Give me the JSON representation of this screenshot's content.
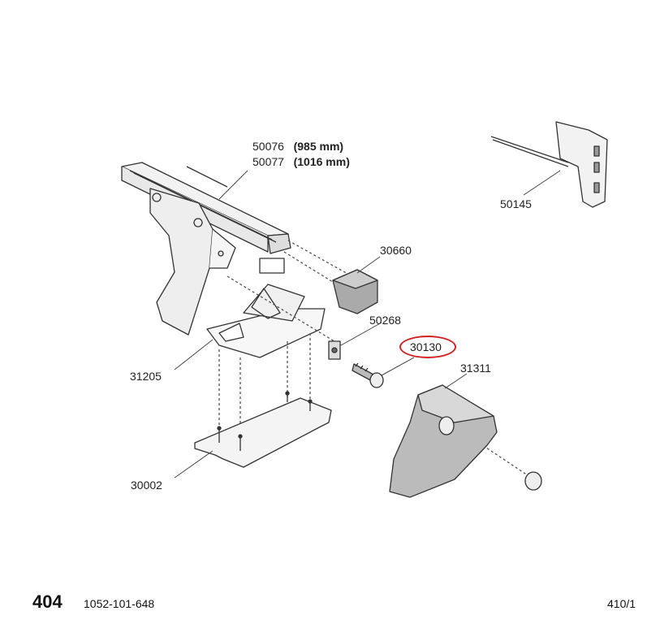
{
  "parts": {
    "p50076": "50076",
    "p50076_note": "(985 mm)",
    "p50077": "50077",
    "p50077_note": "(1016 mm)",
    "p50145": "50145",
    "p30660": "30660",
    "p50268": "50268",
    "p30130": "30130",
    "p31311": "31311",
    "p31205": "31205",
    "p30002": "30002"
  },
  "highlighted_part": "30130",
  "highlight_color": "#d22222",
  "footer": {
    "model": "404",
    "code": "1052-101-648",
    "page": "410/1"
  }
}
